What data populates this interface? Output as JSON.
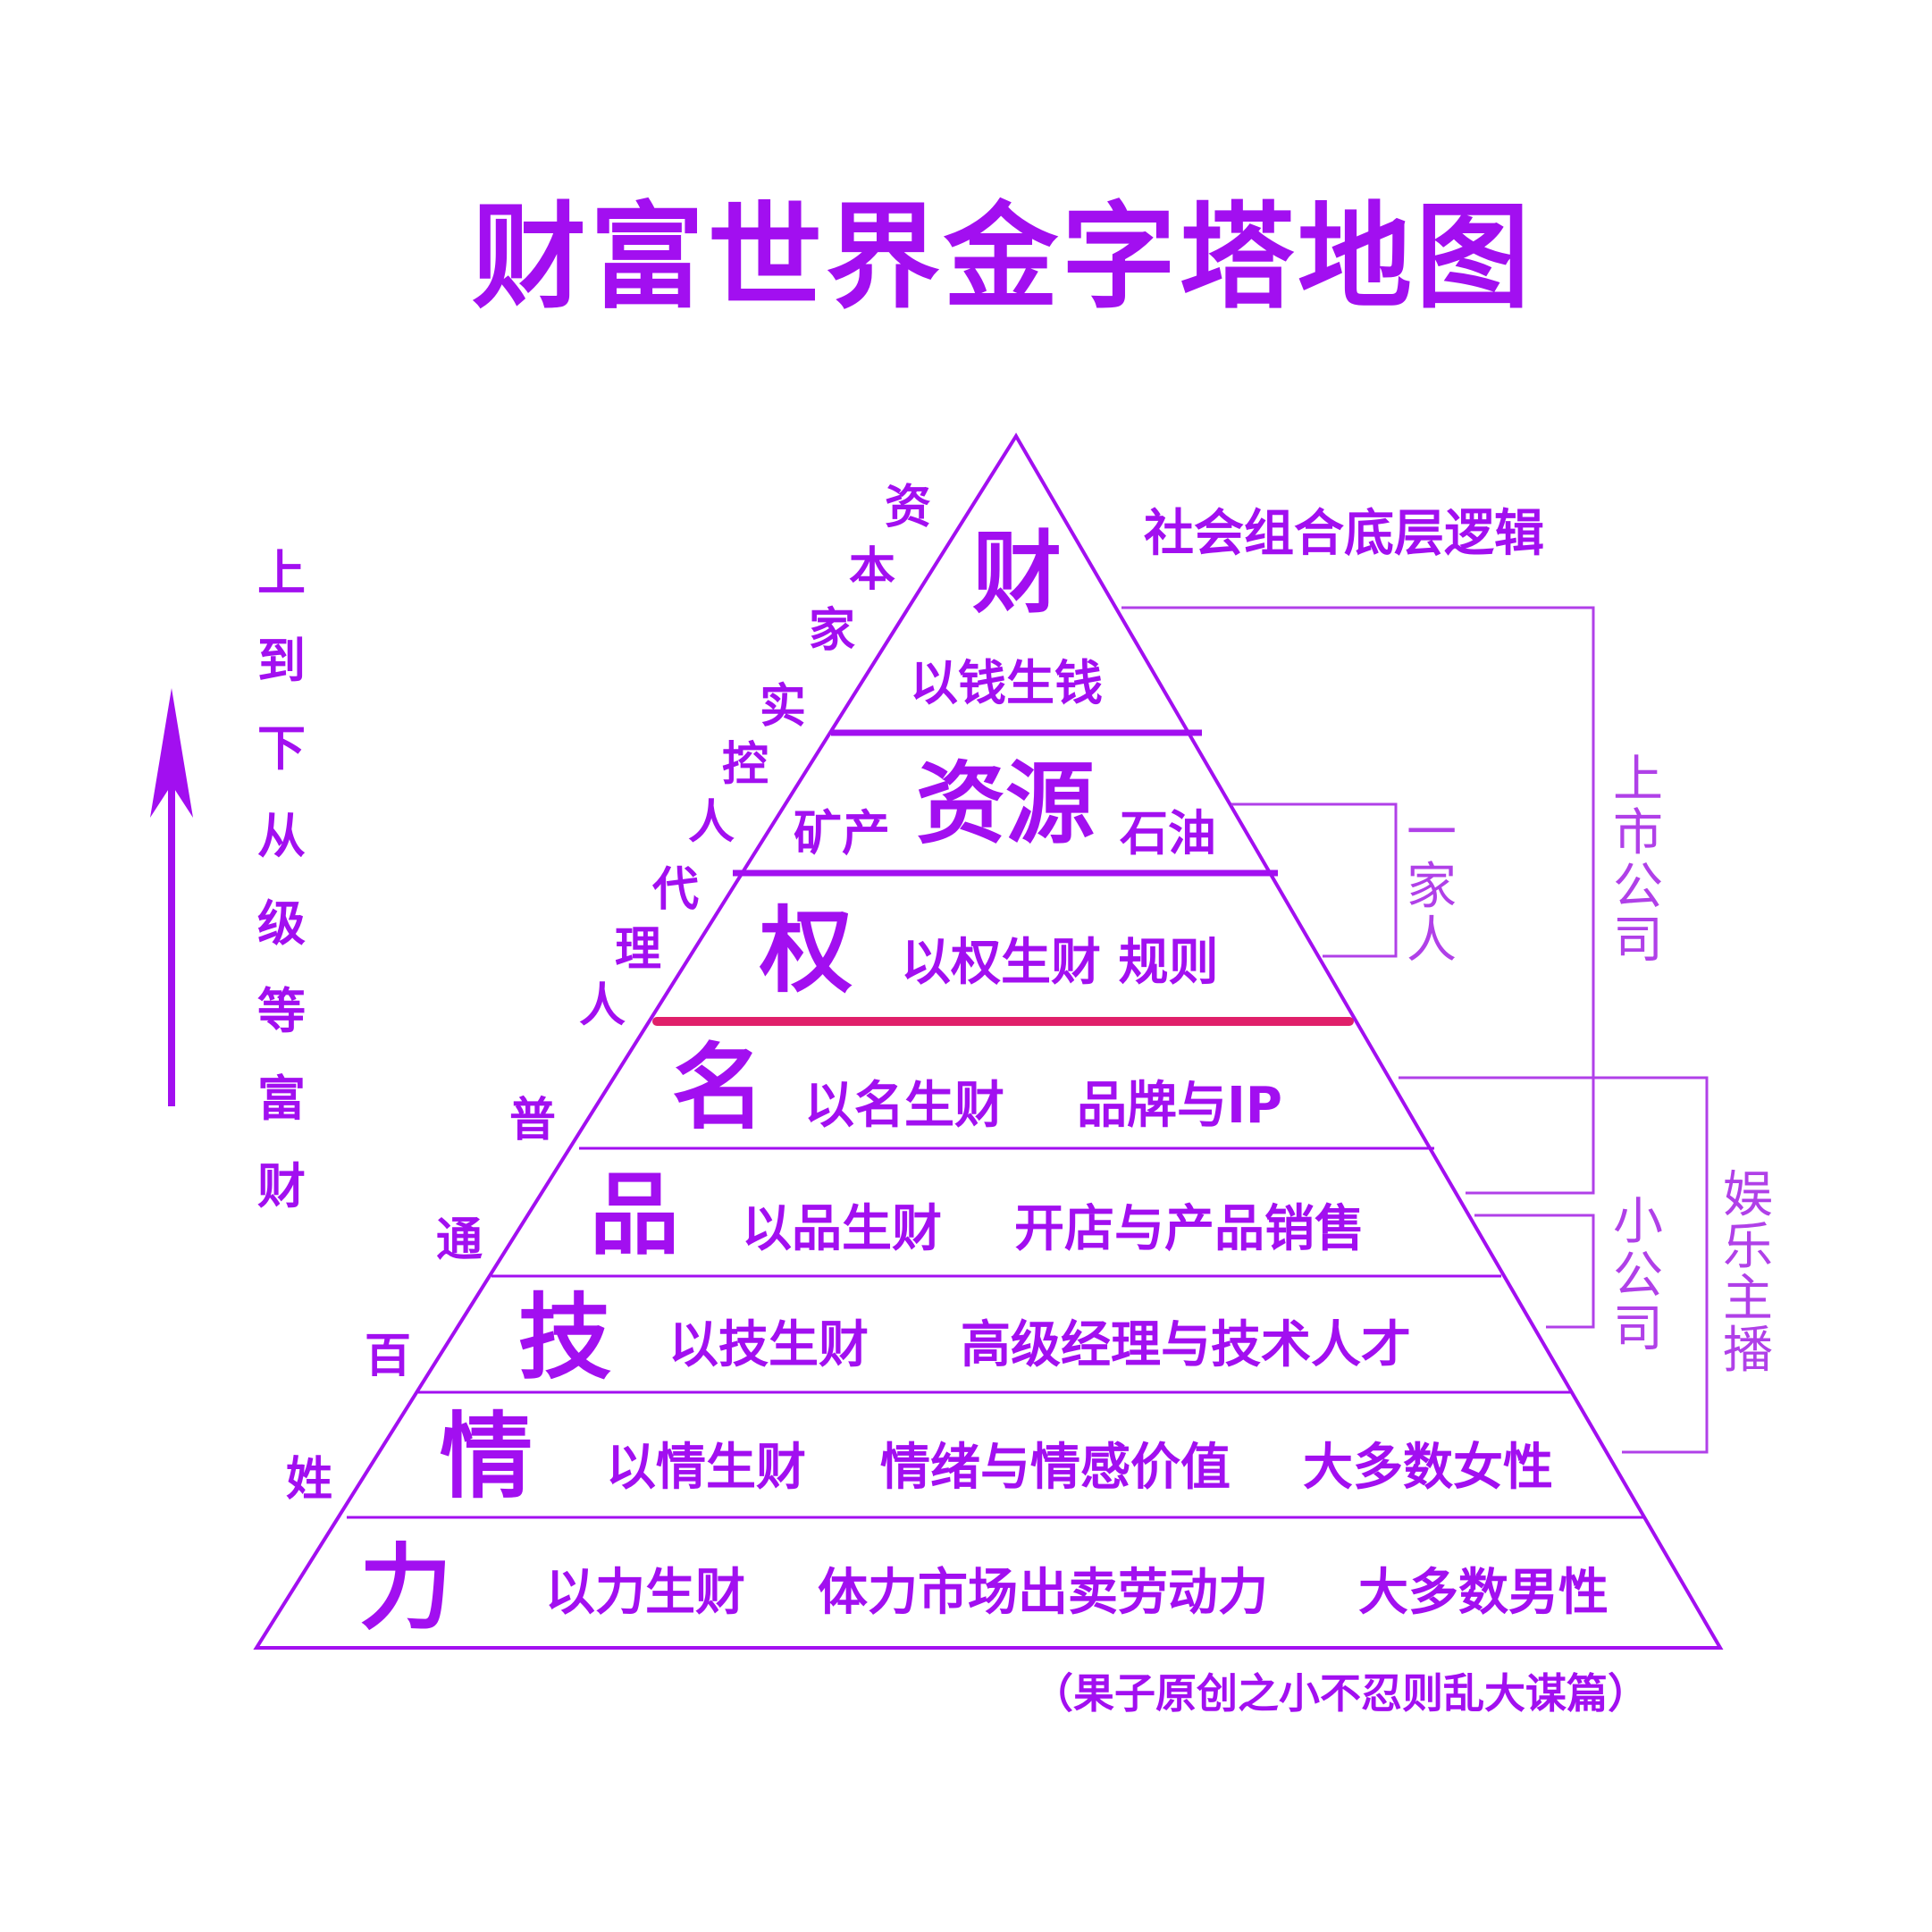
{
  "title": "财富世界金字塔地图",
  "left_caption": [
    "上",
    "到",
    "下",
    "从",
    "级",
    "等",
    "富",
    "财"
  ],
  "right_heading": "社会组合底层逻辑",
  "footer": "（果子原创之小不忍则乱大谋篇）",
  "side_labels": {
    "capitalist": [
      "资",
      "本",
      "家"
    ],
    "controller": [
      "实",
      "控",
      "人"
    ],
    "agent": [
      "代",
      "理",
      "人"
    ],
    "common": [
      "普",
      "通",
      "百",
      "姓"
    ]
  },
  "tiers": [
    {
      "key": "财",
      "desc": "以钱生钱"
    },
    {
      "left": "矿产",
      "key": "资源",
      "right": "石油"
    },
    {
      "key": "权",
      "desc": "以权生财 规则"
    },
    {
      "key": "名",
      "desc": "以名生财",
      "extra": "品牌与IP"
    },
    {
      "key": "品",
      "desc": "以品生财",
      "extra": "开店与产品销售"
    },
    {
      "key": "技",
      "desc": "以技生财",
      "extra": "高级经理与技术人才"
    },
    {
      "key": "情",
      "desc": "以情生财",
      "extra": "情绪与情感价值",
      "extra2": "大多数女性"
    },
    {
      "key": "力",
      "desc": "以力生财",
      "extra": "体力市场出卖劳动力",
      "extra2": "大多数男性"
    }
  ],
  "brackets": {
    "family": [
      "一",
      "家",
      "人"
    ],
    "listed": [
      "上",
      "市",
      "公",
      "司"
    ],
    "small": [
      "小",
      "公",
      "司"
    ],
    "entertainment": [
      "娱",
      "乐",
      "主",
      "播"
    ]
  },
  "colors": {
    "primary": "#a20ff0",
    "divider_accent": "#e0206a",
    "thin": "#b040e8"
  }
}
